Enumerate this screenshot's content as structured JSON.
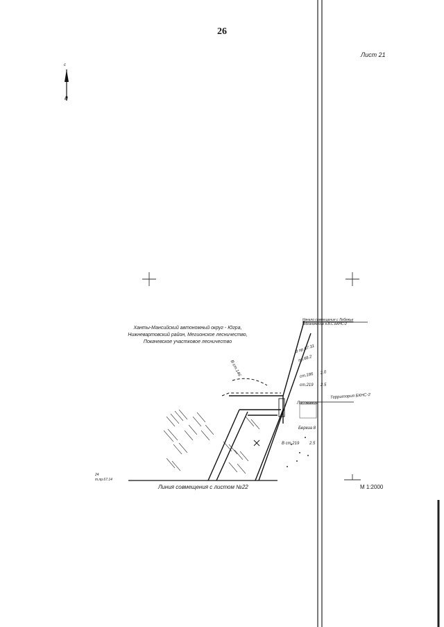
{
  "page": {
    "number": "26",
    "sheet": "Лист 21"
  },
  "map": {
    "north_letter": "с",
    "north_letter_bottom": "ю",
    "region_lines": [
      "Ханты-Мансийский автономный округ - Югра,",
      "Нижневартовский район, Мегионское лесничество,",
      "Покачевское участковое лесничество"
    ],
    "begin_line_1": "Начало совмещения с Лебяжье",
    "begin_line_2": "(обозначение к.В.С.БКНС-2",
    "annotations": {
      "b_st146": "В ст.146",
      "oval_right": "В пр.67.31",
      "pr_68_2": "пр.68.2",
      "st186": "ст.186",
      "sn2_0": "2.0",
      "st219_top": "ст.219",
      "v2_5_top": "2.5",
      "bkns": "Территория БКНС-2",
      "mazu": "Ласование",
      "bereza": "Береза 8",
      "st219_bottom": "В ст.219",
      "v2_5_bottom": "2.5",
      "left_note_1": "24",
      "left_note_2": "т.пр.67.14"
    },
    "combine_line": "Линия совмещения с листом №22",
    "scale": "М 1:2000"
  }
}
